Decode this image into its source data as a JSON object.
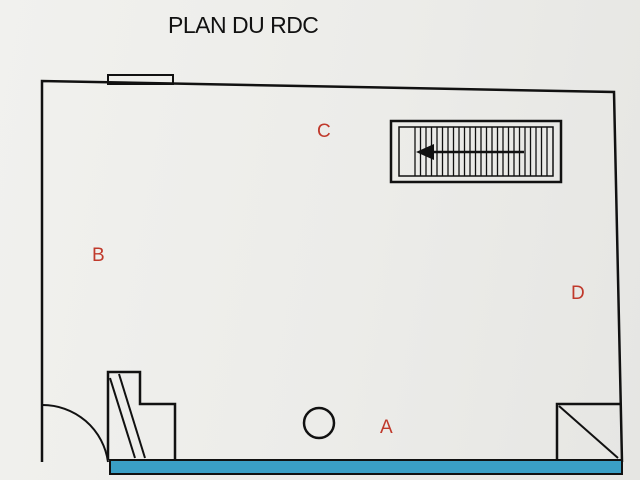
{
  "title": "PLAN DU RDC",
  "rooms": [
    {
      "id": "a",
      "label": "A"
    },
    {
      "id": "b",
      "label": "B"
    },
    {
      "id": "c",
      "label": "C"
    },
    {
      "id": "d",
      "label": "D"
    }
  ],
  "colors": {
    "ink": "#111111",
    "room_label": "#c0392b",
    "facade_band": "#3a9fc6"
  },
  "stair_arrow_direction": "left"
}
